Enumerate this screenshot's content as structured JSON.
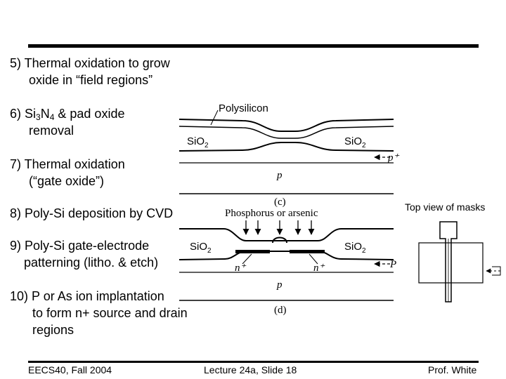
{
  "steps": {
    "s5": {
      "line1": "5) Thermal oxidation to grow",
      "line2": "oxide in “field regions”"
    },
    "s6": {
      "pre": "6) Si",
      "sub1": "3",
      "mid": "N",
      "sub2": "4",
      "post": " & pad oxide",
      "line2": "removal"
    },
    "s7": {
      "line1": "7) Thermal oxidation",
      "line2": "(“gate oxide”)"
    },
    "s8": {
      "line1": "8) Poly-Si deposition by CVD"
    },
    "s9": {
      "line1": "9) Poly-Si gate-electrode",
      "line2": "patterning (litho. & etch)"
    },
    "s10": {
      "line1": "10) P or As ion implantation",
      "line2": "to form n+ source and drain",
      "line3": "regions"
    }
  },
  "diagram_c": {
    "polysilicon": "Polysilicon",
    "sio2_left": "SiO",
    "sio2_right": "SiO",
    "sub2": "2",
    "p_plus": "p⁺",
    "p": "p",
    "caption": "(c)"
  },
  "diagram_d": {
    "implant": "Phosphorus or arsenic",
    "sio2_left": "SiO",
    "sio2_right": "SiO",
    "sub2": "2",
    "n_plus_left": "n⁺",
    "n_plus_right": "n⁺",
    "p_edge": "P",
    "p": "p",
    "caption": "(d)"
  },
  "top_view": {
    "label": "Top view of masks"
  },
  "footer": {
    "left": "EECS40, Fall 2004",
    "center": "Lecture 24a, Slide 18",
    "right": "Prof. White"
  }
}
